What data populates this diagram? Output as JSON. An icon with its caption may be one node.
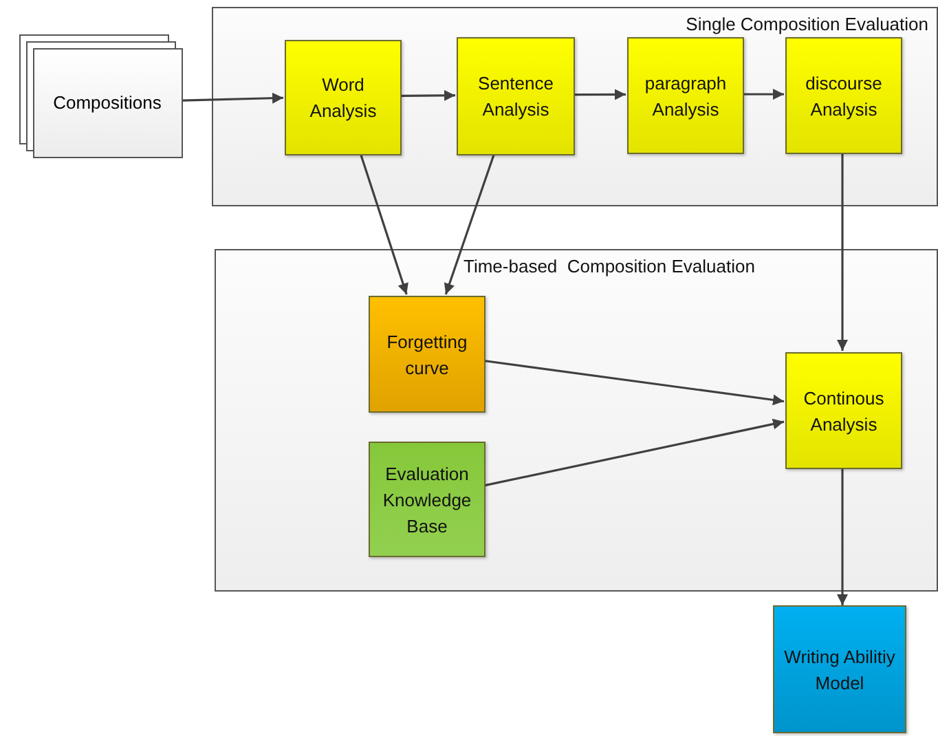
{
  "diagram": {
    "nodes": [
      {
        "text": [
          "Single Composition Evaluation"
        ]
      },
      {
        "text": [
          "Compositions"
        ]
      },
      {
        "text": [
          "Word Analysis"
        ],
        "in": 0
      },
      {
        "text": [
          "Sentence Analysis"
        ],
        "in": 0
      },
      {
        "text": [
          "paragraph Analysis"
        ],
        "in": 0
      },
      {
        "text": [
          "discourse Analysis"
        ],
        "in": 0
      },
      {
        "text": [
          "Time-based  Composition Evaluation"
        ]
      },
      {
        "text": [
          "Forgetting curve"
        ],
        "in": 6
      },
      {
        "text": [
          "Evaluation Knowledge Base"
        ],
        "in": 6
      },
      {
        "text": [
          "Continous Analysis"
        ],
        "in": 6
      },
      {
        "text": [
          "Writing Abilitiy Model"
        ]
      }
    ],
    "edges": [
      {
        "from": 1,
        "to": 2,
        "arrow": "to"
      },
      {
        "from": 2,
        "to": 3,
        "arrow": "to"
      },
      {
        "from": 3,
        "to": 4,
        "arrow": "to"
      },
      {
        "from": 4,
        "to": 5,
        "arrow": "to"
      },
      {
        "from": 2,
        "to": 7,
        "arrow": "to"
      },
      {
        "from": 3,
        "to": 7,
        "arrow": "to"
      },
      {
        "from": 5,
        "to": 9,
        "arrow": "to"
      },
      {
        "from": 7,
        "to": 9,
        "arrow": "to"
      },
      {
        "from": 8,
        "to": 9,
        "arrow": "to"
      },
      {
        "from": 9,
        "to": 10,
        "arrow": "to"
      }
    ]
  }
}
